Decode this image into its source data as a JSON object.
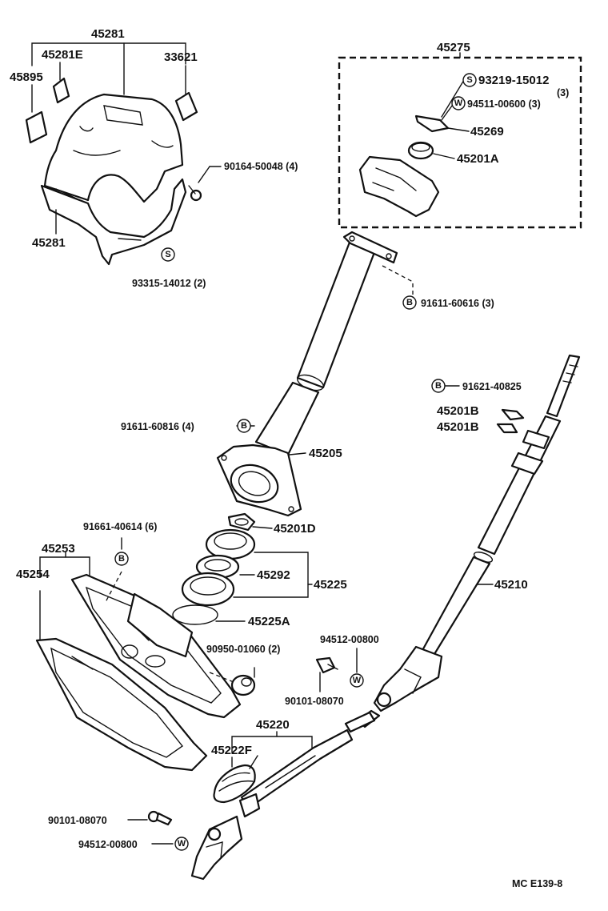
{
  "labels": {
    "p45281_top": "45281",
    "p45281e": "45281E",
    "p33621": "33621",
    "p45895": "45895",
    "p90164": "90164-50048 (4)",
    "p45281_bot": "45281",
    "p93315": "93315-14012 (2)",
    "p45275": "45275",
    "p93219": "93219-15012",
    "p93219_qty": "(3)",
    "p94511": "94511-00600 (3)",
    "p45269": "45269",
    "p45201a": "45201A",
    "p91611_3": "91611-60616 (3)",
    "p91621": "91621-40825",
    "p45201b_1": "45201B",
    "p45201b_2": "45201B",
    "p91611_4": "91611-60816 (4)",
    "p45205": "45205",
    "p91661": "91661-40614 (6)",
    "p45201d": "45201D",
    "p45253": "45253",
    "p45254": "45254",
    "p45292": "45292",
    "p45225": "45225",
    "p45225a": "45225A",
    "p45210": "45210",
    "p90950": "90950-01060 (2)",
    "p94512_top": "94512-00800",
    "p90101_top": "90101-08070",
    "p45220": "45220",
    "p45222f": "45222F",
    "p90101_bot": "90101-08070",
    "p94512_bot": "94512-00800",
    "catalog_ref": "MC E139-8"
  },
  "symbols": {
    "s": "S",
    "w": "W",
    "b": "B"
  }
}
